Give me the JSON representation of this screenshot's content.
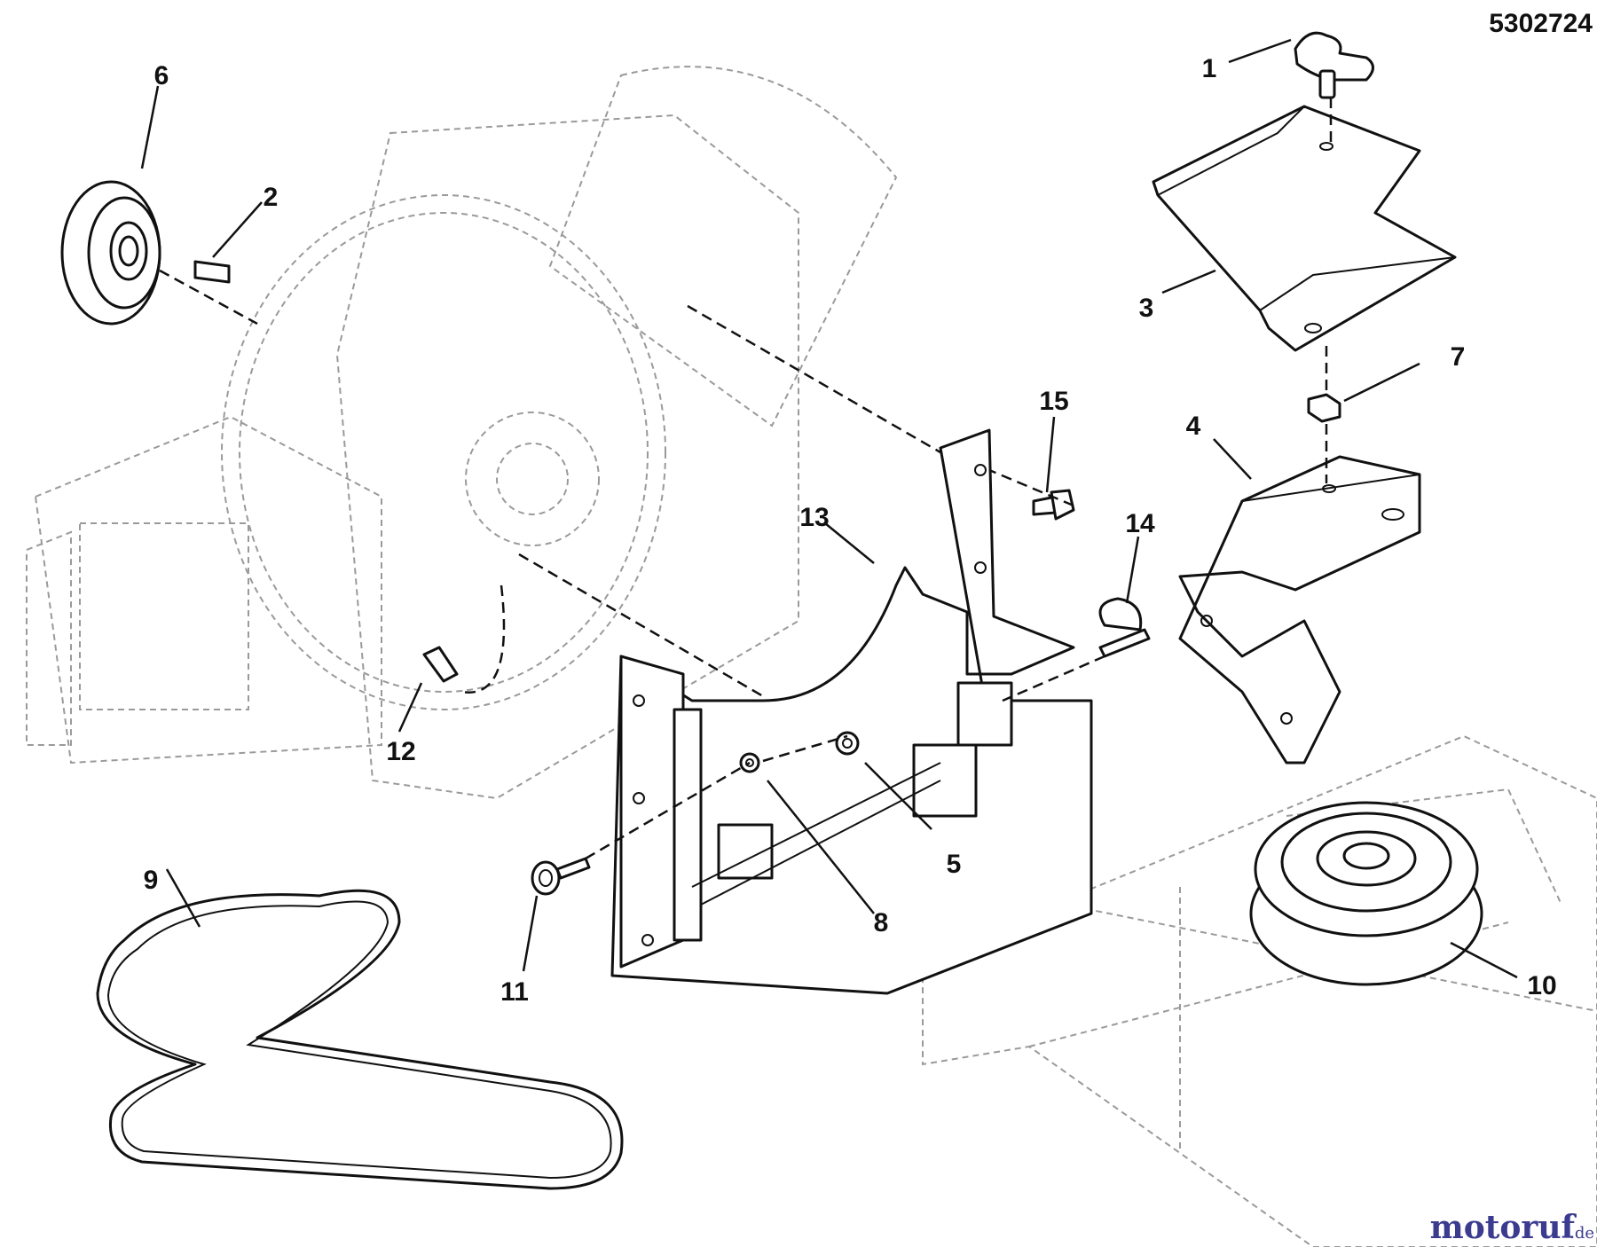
{
  "diagram_id": "5302724",
  "callouts": [
    "1",
    "2",
    "3",
    "4",
    "5",
    "6",
    "7",
    "8",
    "9",
    "10",
    "11",
    "12",
    "13",
    "14",
    "15"
  ],
  "watermark": {
    "main": "motoruf",
    "suffix": ".de",
    "colors": [
      "#3b3b8f",
      "#e07a1f",
      "#3a9a3a"
    ]
  },
  "colors": {
    "line": "#111111",
    "ghost": "#9a9a9a",
    "background": "#ffffff"
  }
}
